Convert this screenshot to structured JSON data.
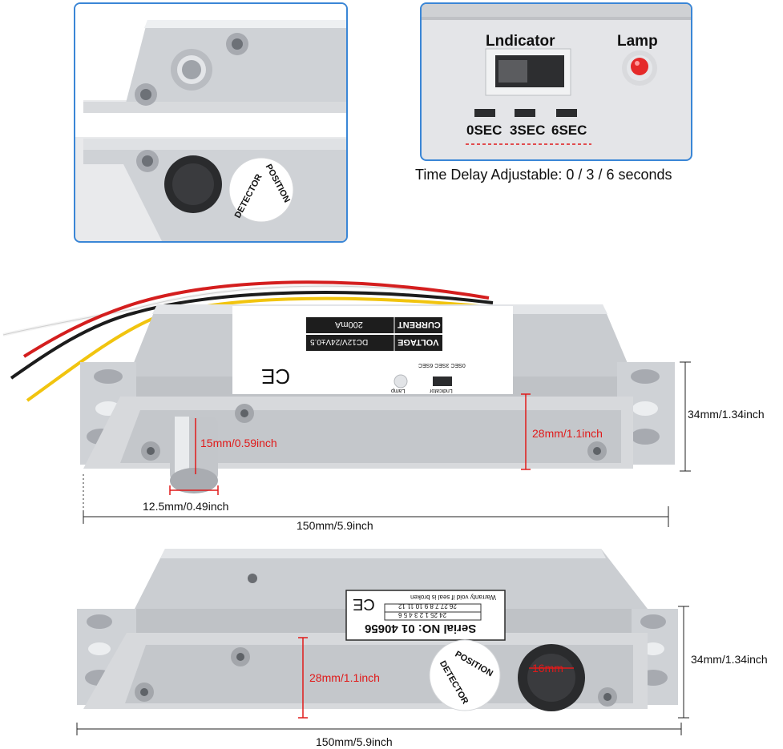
{
  "top_right_panel": {
    "indicator_label": "Lndicator",
    "lamp_label": "Lamp",
    "sec0": "0SEC",
    "sec3": "3SEC",
    "sec6": "6SEC"
  },
  "caption": "Time Delay Adjustable: 0 / 3 / 6 seconds",
  "top_left_panel": {
    "detector_text": "DETECTOR",
    "position_text": "POSITION"
  },
  "lock1": {
    "label_current_header": "CURRENT",
    "label_current_value": "200mA",
    "label_voltage_header": "VOLTAGE",
    "label_voltage_value": "DC12V/24V±0.5",
    "label_switch": "0SEC 3SEC 6SEC",
    "label_indicator": "Lndicator",
    "label_lamp": "Lamp",
    "ce_mark": "CE",
    "dim_height": "34mm/1.34inch",
    "dim_body": "28mm/1.1inch",
    "dim_pin_len": "15mm/0.59inch",
    "dim_pin_dia": "12.5mm/0.49inch",
    "dim_width": "150mm/5.9inch"
  },
  "lock2": {
    "warranty": "Warranty void if seal is broken",
    "serial": "Serial NO: 01 40656",
    "number_row1": "26 27 7 8 9 10 11 12",
    "number_row2": "24 25 1 2 3 4 5 6",
    "ce_mark": "CE",
    "detector_text": "DETECTOR",
    "position_text": "POSITION",
    "dim_hole": "16mm",
    "dim_body": "28mm/1.1inch",
    "dim_height": "34mm/1.34inch",
    "dim_width": "150mm/5.9inch"
  }
}
